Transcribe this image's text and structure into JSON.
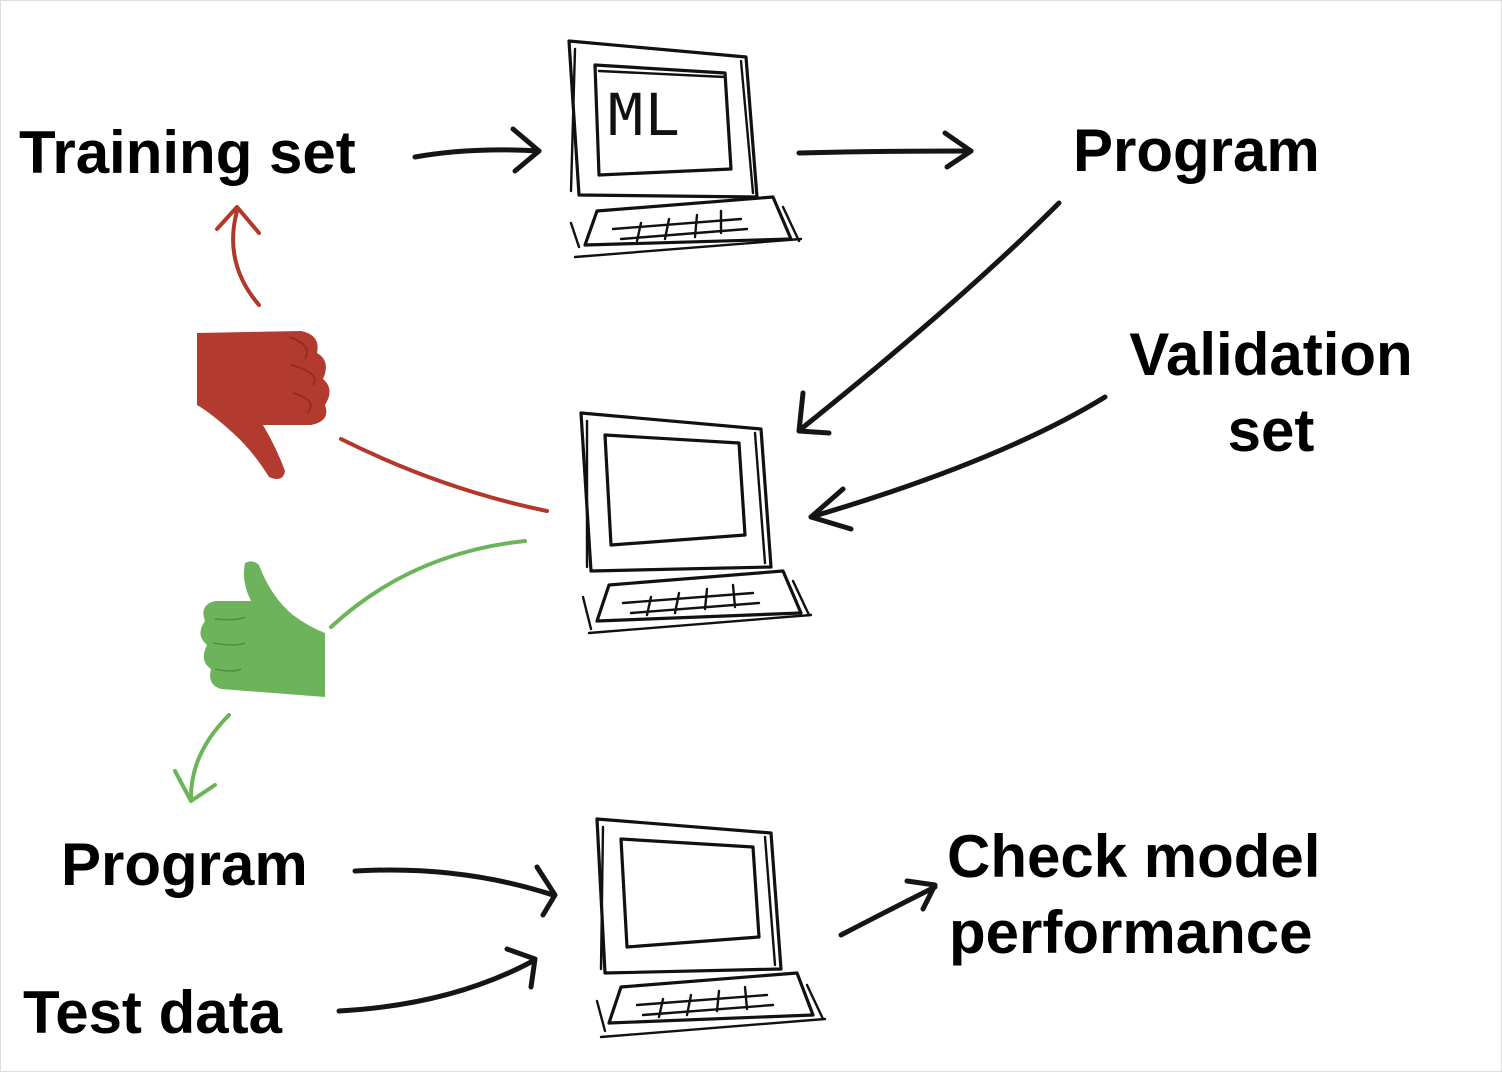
{
  "labels": {
    "training_set": "Training set",
    "program_top": "Program",
    "validation_set_line1": "Validation",
    "validation_set_line2": "set",
    "program_bottom": "Program",
    "test_data": "Test data",
    "check_line1": "Check model",
    "check_line2": "performance",
    "screen_text": "ML"
  },
  "colors": {
    "thumb_down": "#b23a2e",
    "thumb_up": "#6db35c",
    "ink": "#111111"
  },
  "icons": {
    "thumbs_down": "thumbs-down-icon",
    "thumbs_up": "thumbs-up-icon",
    "computer": "computer-icon"
  }
}
